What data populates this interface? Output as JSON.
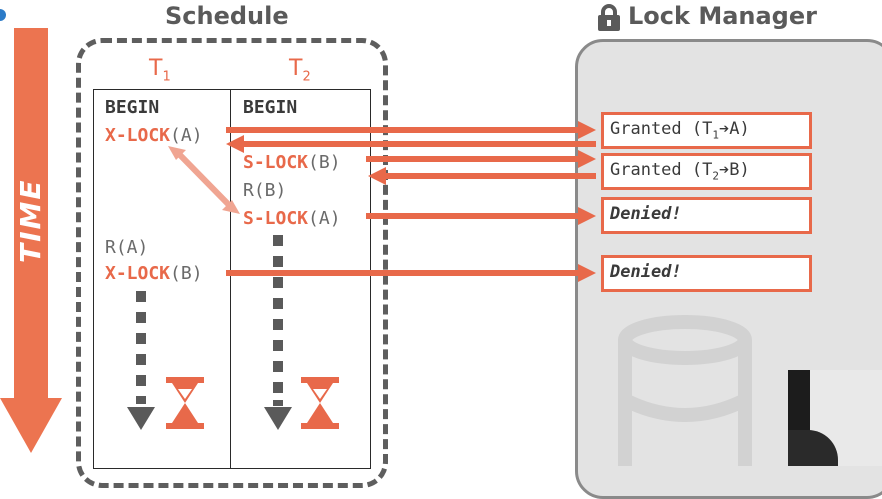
{
  "time_label": "TIME",
  "schedule": {
    "title": "Schedule",
    "t1": {
      "name": "T",
      "sub": "1"
    },
    "t2": {
      "name": "T",
      "sub": "2"
    },
    "t1_ops": {
      "begin": "BEGIN",
      "xlock_a_kw": "X-LOCK",
      "xlock_a_arg": "(A)",
      "read_a": "R(A)",
      "xlock_b_kw": "X-LOCK",
      "xlock_b_arg": "(B)"
    },
    "t2_ops": {
      "begin": "BEGIN",
      "slock_b_kw": "S-LOCK",
      "slock_b_arg": "(B)",
      "read_b": "R(B)",
      "slock_a_kw": "S-LOCK",
      "slock_a_arg": "(A)"
    }
  },
  "lock_manager": {
    "title": "Lock Manager",
    "responses": [
      {
        "prefix": "Granted (T",
        "sub": "1",
        "suffix": "➔A)"
      },
      {
        "prefix": "Granted (T",
        "sub": "2",
        "suffix": "➔B)"
      },
      {
        "text": "Denied!"
      },
      {
        "text": "Denied!"
      }
    ]
  },
  "colors": {
    "accent": "#e8694a",
    "text": "#5a5a5a",
    "panel": "#e4e4e4"
  }
}
